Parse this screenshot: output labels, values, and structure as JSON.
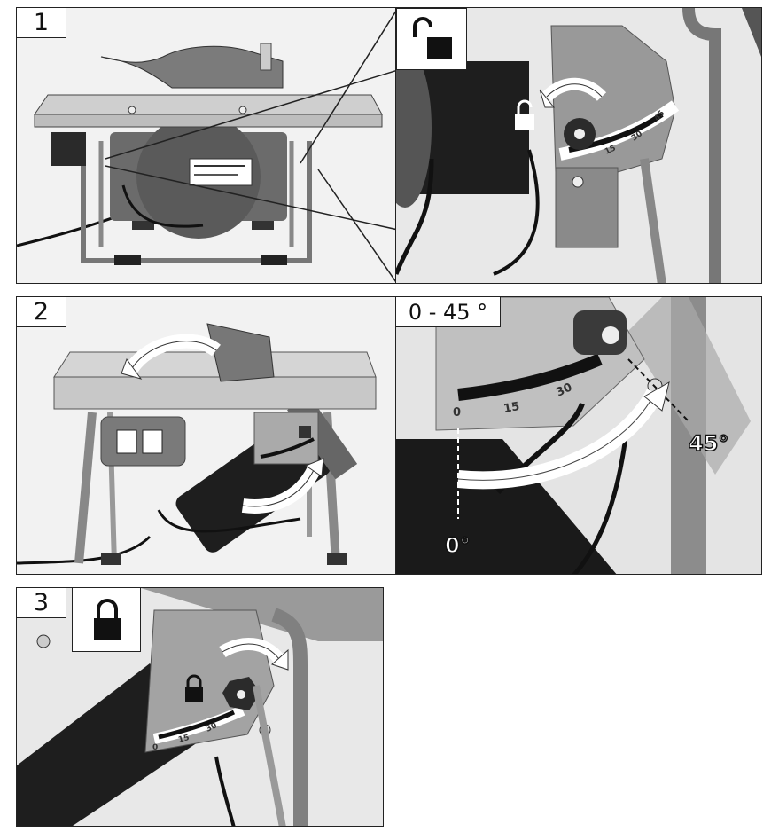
{
  "step1": {
    "label": "1",
    "scale": [
      "15",
      "30",
      "45"
    ]
  },
  "step2": {
    "label": "2"
  },
  "detail": {
    "range_label": "0 - 45 °",
    "scale": [
      "0",
      "15",
      "30"
    ],
    "zero_mark": "0°",
    "max_mark": "45°"
  },
  "step3": {
    "label": "3",
    "scale": [
      "0",
      "15",
      "30"
    ]
  },
  "icons": {
    "unlock": "unlock-padlock-icon",
    "lock": "locked-padlock-icon",
    "arrow": "curved-arrow"
  },
  "colors": {
    "frame": "#222222",
    "metal": "#9a9a9a",
    "motor": "#1a1a1a",
    "background": "#ededed"
  }
}
